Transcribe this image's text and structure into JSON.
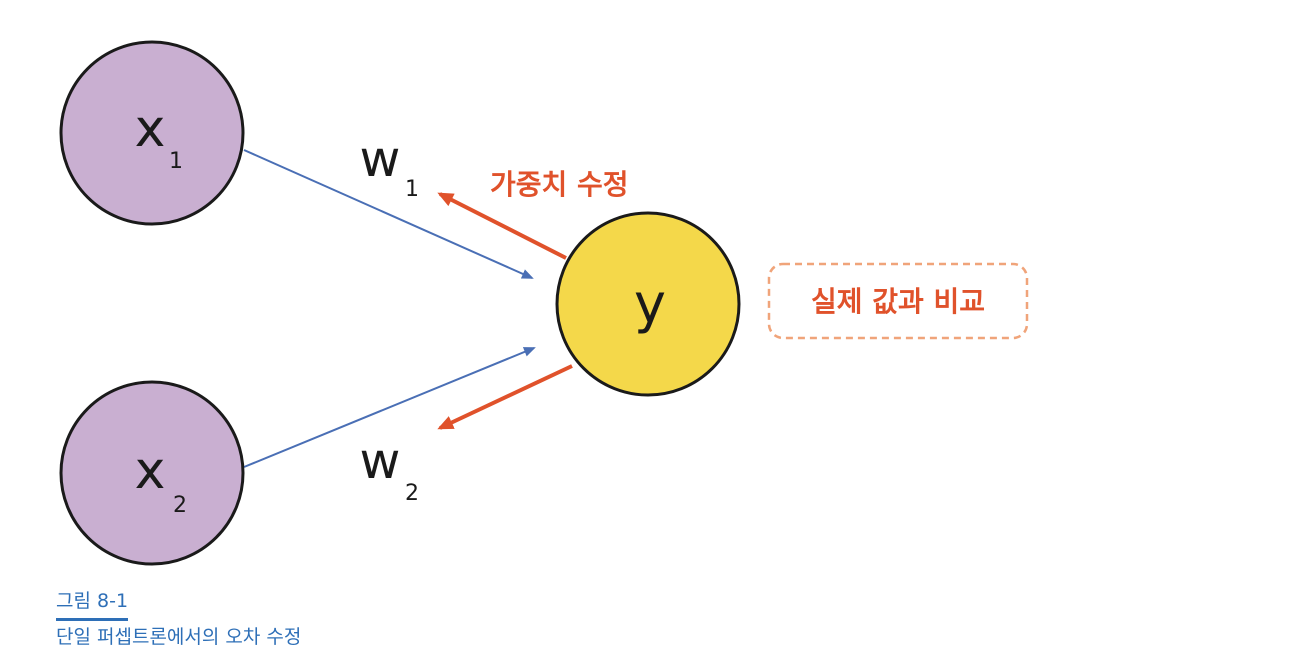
{
  "nodes": {
    "x1": {
      "symbol": "x",
      "subscript": "1",
      "fill": "#c9afd1"
    },
    "x2": {
      "symbol": "x",
      "subscript": "2",
      "fill": "#c9afd1"
    },
    "y": {
      "symbol": "y",
      "fill": "#f4d84a"
    }
  },
  "weights": {
    "w1": {
      "symbol": "w",
      "subscript": "1"
    },
    "w2": {
      "symbol": "w",
      "subscript": "2"
    }
  },
  "labels": {
    "weight_update": "가중치 수정",
    "compare": "실제 값과 비교"
  },
  "caption": {
    "number": "그림 8-1",
    "text": "단일 퍼셉트론에서의 오차 수정"
  },
  "colors": {
    "forward_arrow": "#4a6fb5",
    "backward_arrow": "#e0522b",
    "caption": "#2e6fb7",
    "compare_box": "#f0a47a"
  }
}
